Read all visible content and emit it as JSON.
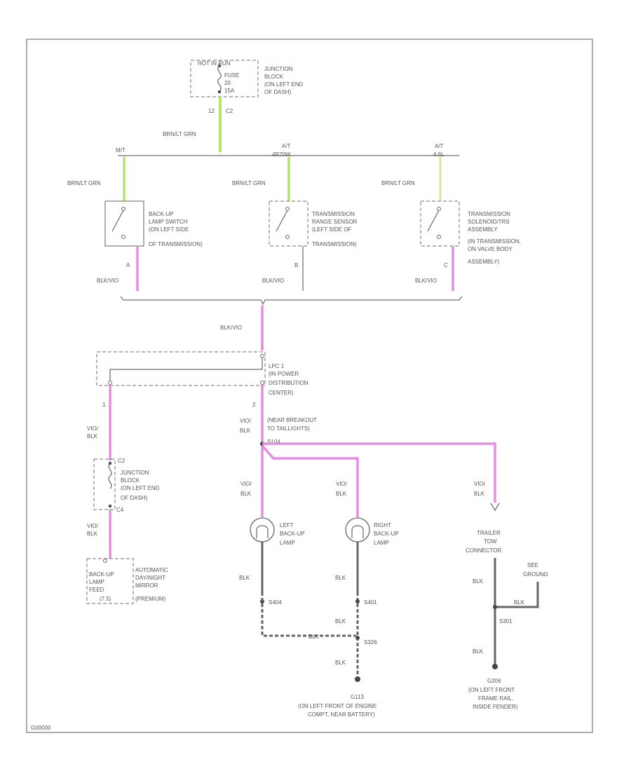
{
  "colors": {
    "wire_grn": "#b7e36b",
    "wire_yel": "#e6e39a",
    "wire_pnk": "#e38de3",
    "wire_gray": "#6f6f6f"
  },
  "fuse_block": {
    "header": "HOT IN RUN",
    "fuse_line1": "FUSE",
    "fuse_line2": "20",
    "fuse_line3": "15A",
    "label_line1": "JUNCTION",
    "label_line2": "BLOCK",
    "label_line3": "(ON LEFT END",
    "label_line4": "OF DASH)",
    "pin": "12",
    "connector": "C2"
  },
  "trunk_wire": "BRN/LT GRN",
  "branches": {
    "mt": "M/T",
    "at1": "A/T",
    "at1_sub": "4R70W",
    "at2": "A/T",
    "at2_sub": "4.6L"
  },
  "sw1": {
    "wire_in": "BRN/LT GRN",
    "label_line1": "BACK-UP",
    "label_line2": "LAMP SWITCH",
    "label_line3": "(ON LEFT SIDE",
    "label_line4": "OF TRANSMISSION)",
    "pin": "A",
    "wire_out": "BLK/VIO"
  },
  "sw2": {
    "wire_in": "BRN/LT GRN",
    "label_line1": "TRANSMISSION",
    "label_line2": "RANGE SENSOR",
    "label_line3": "(LEFT SIDE OF",
    "label_line4": "TRANSMISSION)",
    "pin": "B",
    "wire_out": "BLK/VIO"
  },
  "sw3": {
    "wire_in": "BRN/LT GRN",
    "label_line1": "TRANSMISSION",
    "label_line2": "SOLENOID/TRS",
    "label_line3": "ASSEMBLY",
    "label_line4": "(IN TRANSMISSION,",
    "label_line5": "ON VALVE BODY",
    "label_line6": "ASSEMBLY)",
    "pin": "C",
    "wire_out": "BLK/VIO"
  },
  "combined_wire": "BLK/VIO",
  "pdc": {
    "label_line1": "LPC 1",
    "label_line2": "(IN POWER",
    "label_line3": "DISTRIBUTION",
    "label_line4": "CENTER)",
    "pin_left": "1",
    "pin_right": "2"
  },
  "left_branch": {
    "wire_top": "VIO/",
    "wire_top2": "BLK",
    "jb_pin": "C2",
    "jb_line1": "JUNCTION",
    "jb_line2": "BLOCK",
    "jb_line3": "(ON LEFT END",
    "jb_line4": "OF DASH)",
    "jb_pin2": "C4",
    "wire_bot": "VIO/",
    "wire_bot2": "BLK",
    "relay_line1": "BACK-UP",
    "relay_line2": "LAMP",
    "relay_line3": "FEED",
    "relay_line4": "(7.5)",
    "sensor_line1": "AUTOMATIC",
    "sensor_line2": "DAY/NIGHT",
    "sensor_line3": "MIRROR",
    "sensor_line4": "(PREMIUM)"
  },
  "main_branch": {
    "wire": "VIO/",
    "wire2": "BLK",
    "breakout_line1": "(NEAR BREAKOUT",
    "breakout_line2": "TO TAILLIGHTS)",
    "splice": "S104"
  },
  "lamp_left": {
    "wire": "VIO/",
    "wire2": "BLK",
    "label_line1": "LEFT",
    "label_line2": "BACK-UP",
    "label_line3": "LAMP",
    "gnd_wire": "BLK",
    "splice": "S404"
  },
  "lamp_right": {
    "wire": "VIO/",
    "wire2": "BLK",
    "label_line1": "RIGHT",
    "label_line2": "BACK-UP",
    "label_line3": "LAMP",
    "gnd_wire": "BLK",
    "splice": "S401",
    "gnd_wire2": "BLK",
    "splice2": "S326",
    "gnd_wire3": "BLK",
    "mid_wire": "BLK"
  },
  "trailer": {
    "wire": "VIO/",
    "wire2": "BLK",
    "label_line1": "TRAILER",
    "label_line2": "TOW",
    "label_line3": "CONNECTOR",
    "gnd_wire": "BLK",
    "side_line1": "SEE",
    "side_line2": "GROUND",
    "side_wire": "BLK",
    "splice": "S301",
    "gnd_wire2": "BLK"
  },
  "ground_left": {
    "id": "G113",
    "line1": "(ON LEFT FRONT OF ENGINE",
    "line2": "COMPT, NEAR BATTERY)"
  },
  "ground_right": {
    "id": "G206",
    "line1": "(ON LEFT FRONT",
    "line2": "FRAME RAIL,",
    "line3": "INSIDE FENDER)"
  },
  "footer_code": "G00000"
}
